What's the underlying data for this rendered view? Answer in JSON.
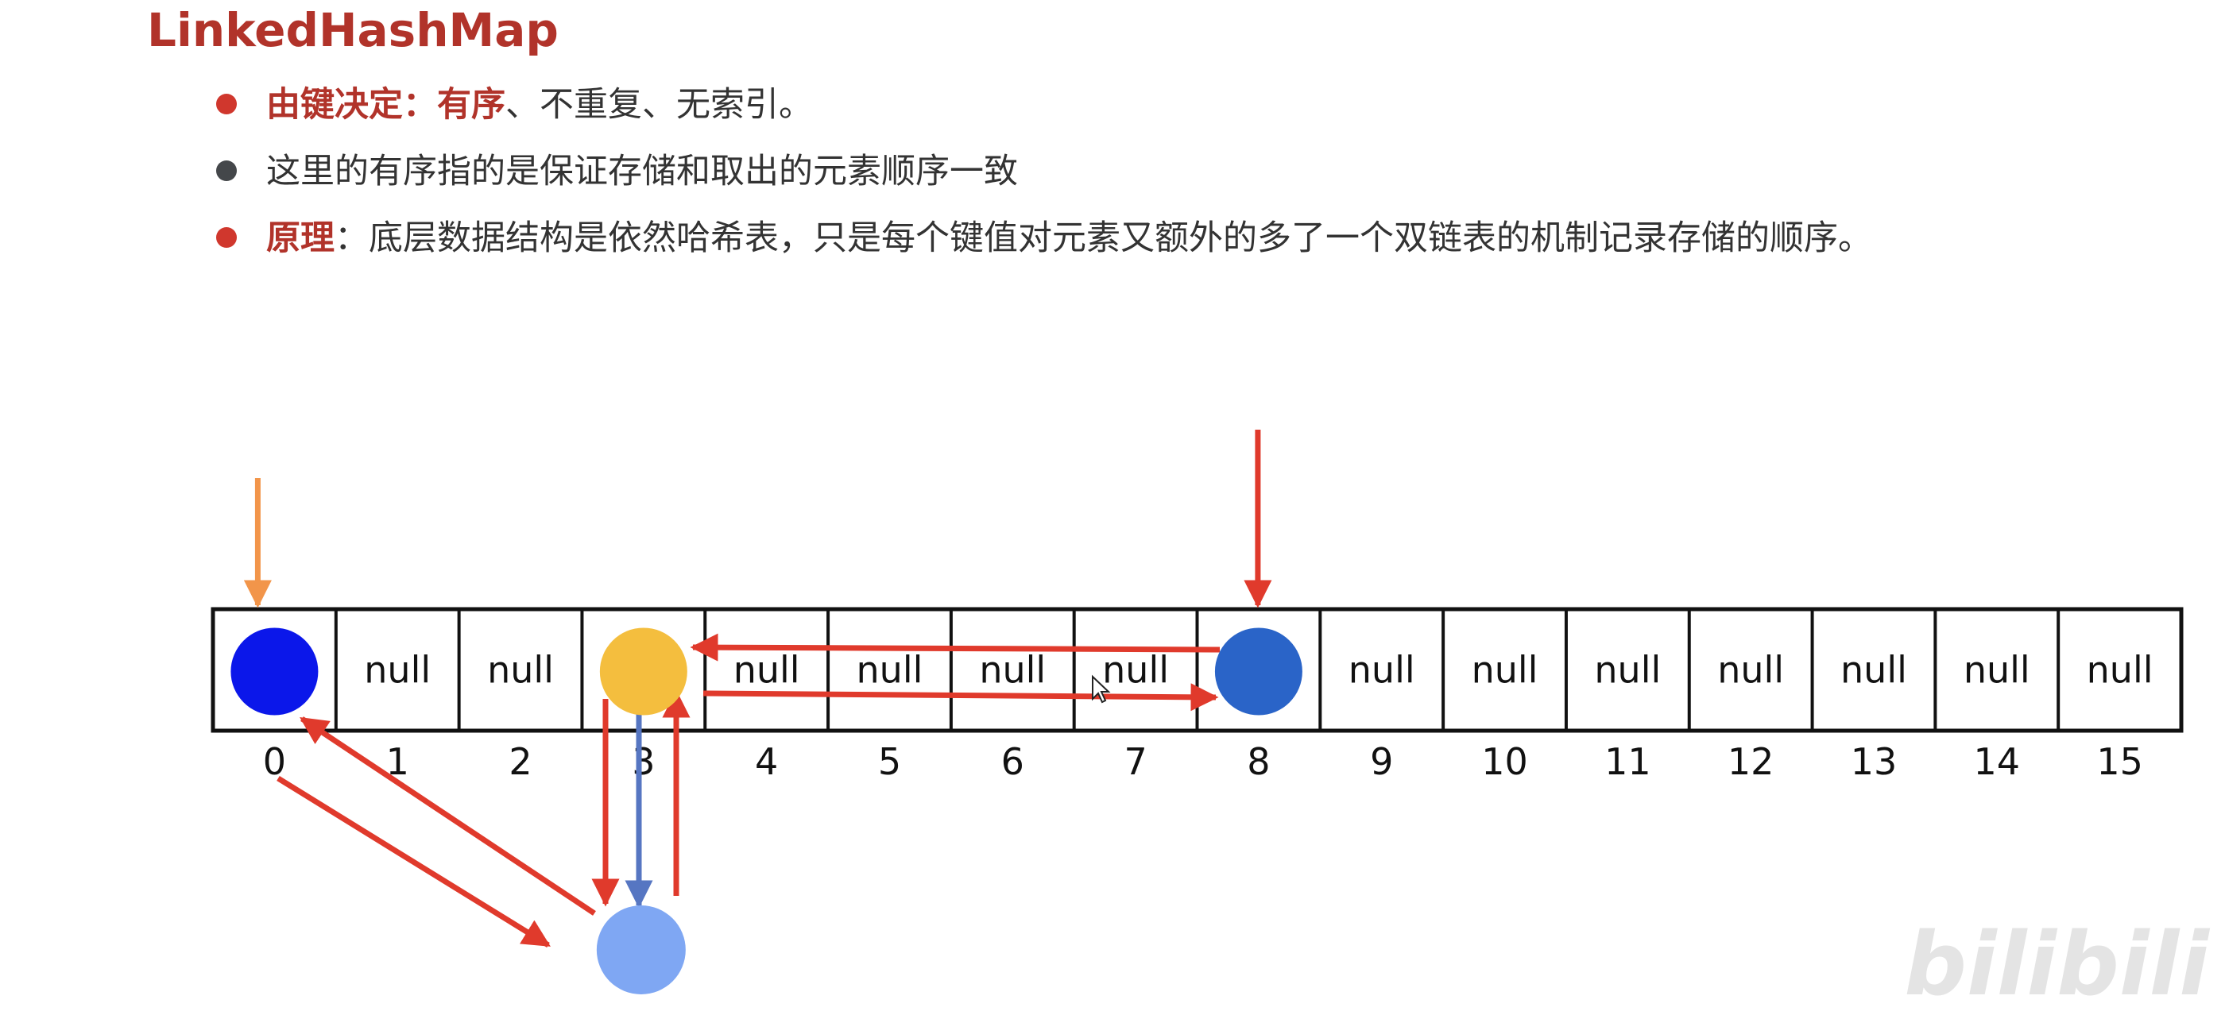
{
  "title": "LinkedHashMap",
  "bullets": [
    {
      "dot_color": "#d0372d",
      "emphasis": "由键决定：有序",
      "text": "、不重复、无索引。"
    },
    {
      "dot_color": "#44474a",
      "emphasis": "",
      "text": "这里的有序指的是保证存储和取出的元素顺序一致"
    },
    {
      "dot_color": "#d0372d",
      "emphasis": "原理",
      "text": "：底层数据结构是依然哈希表，只是每个键值对元素又额外的多了一个双链表的机制记录存储的顺序。"
    }
  ],
  "array": {
    "null_label": "null",
    "indices": [
      "0",
      "1",
      "2",
      "3",
      "4",
      "5",
      "6",
      "7",
      "8",
      "9",
      "10",
      "11",
      "12",
      "13",
      "14",
      "15"
    ],
    "occupied": [
      {
        "index": 0,
        "color": "#0b17ea"
      },
      {
        "index": 3,
        "color": "#f4be3e"
      },
      {
        "index": 8,
        "color": "#2a64c8"
      }
    ],
    "chained_node": {
      "under_index": 3,
      "color": "#7fa7f3"
    }
  },
  "colors": {
    "link_arrow": "#e03a2c",
    "head_arrow": "#f2954a",
    "chain_arrow": "#5676c2"
  },
  "watermark": "bilibili"
}
